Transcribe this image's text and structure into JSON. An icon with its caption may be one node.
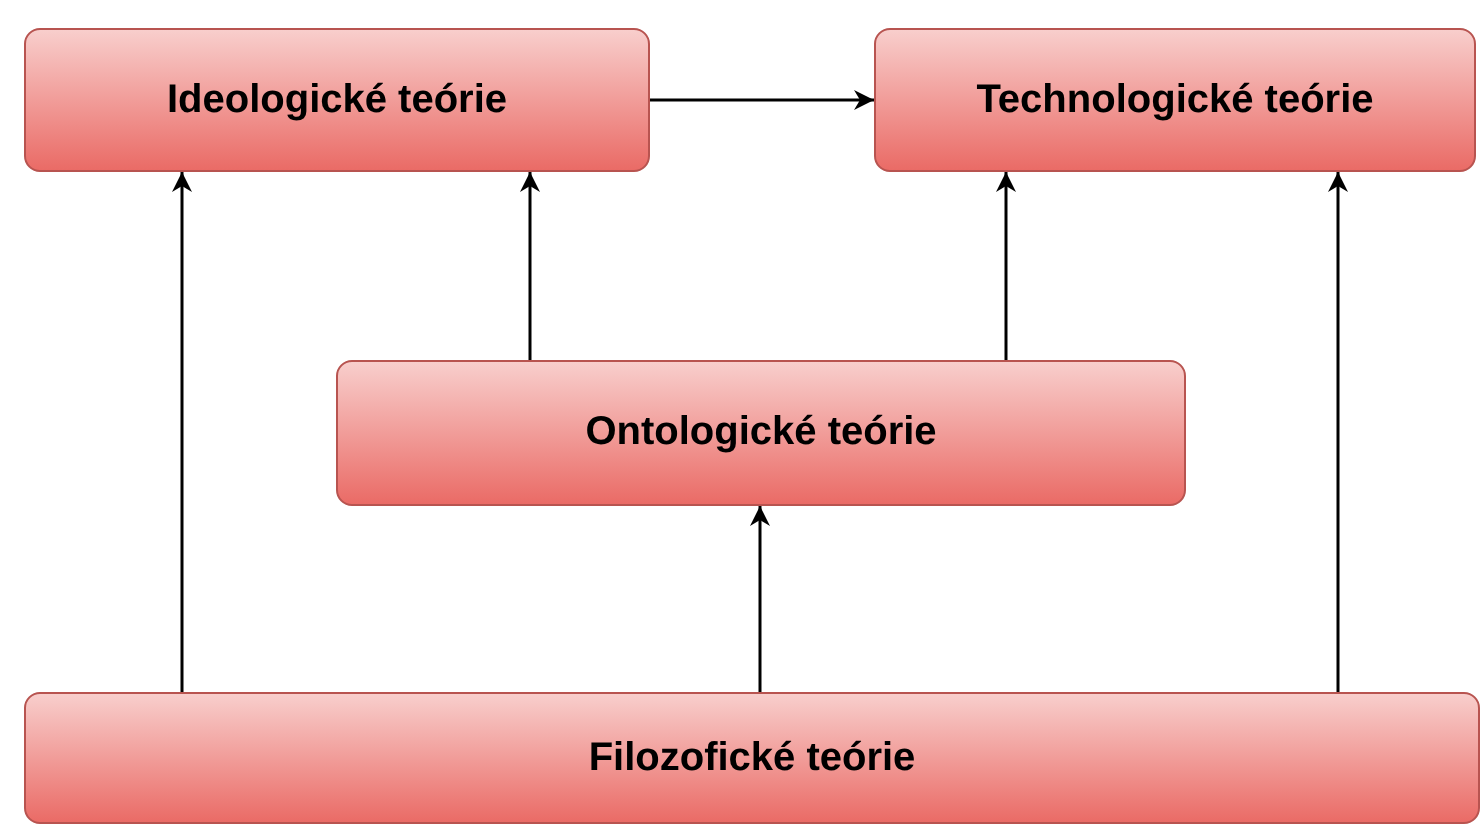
{
  "diagram": {
    "nodes": [
      {
        "text": [
          "Ideologické teórie"
        ]
      },
      {
        "text": [
          "Technologické teórie"
        ]
      },
      {
        "text": [
          "Ontologické teórie"
        ]
      },
      {
        "text": [
          "Filozofické teórie"
        ]
      }
    ],
    "edges": [
      {
        "from": 0,
        "to": 1,
        "arrow": "to"
      },
      {
        "from": 2,
        "to": 0,
        "arrow": "to"
      },
      {
        "from": 2,
        "to": 1,
        "arrow": "to"
      },
      {
        "from": 3,
        "to": 0,
        "arrow": "to"
      },
      {
        "from": 3,
        "to": 2,
        "arrow": "to"
      },
      {
        "from": 3,
        "to": 1,
        "arrow": "to"
      }
    ]
  }
}
